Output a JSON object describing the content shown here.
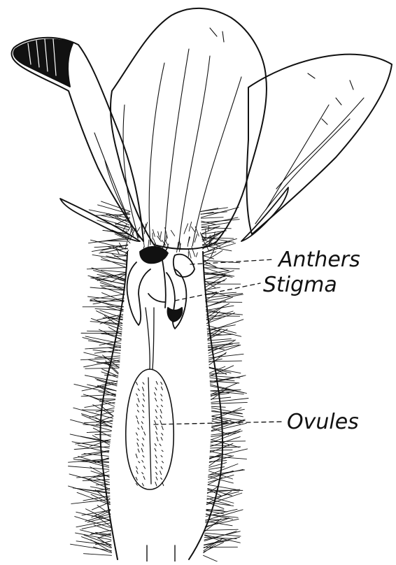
{
  "labels": {
    "anthers": "Anthers",
    "stigma": "Stigma",
    "ovules": "Ovules"
  },
  "colors": {
    "ink": "#111111",
    "paper": "#ffffff"
  }
}
